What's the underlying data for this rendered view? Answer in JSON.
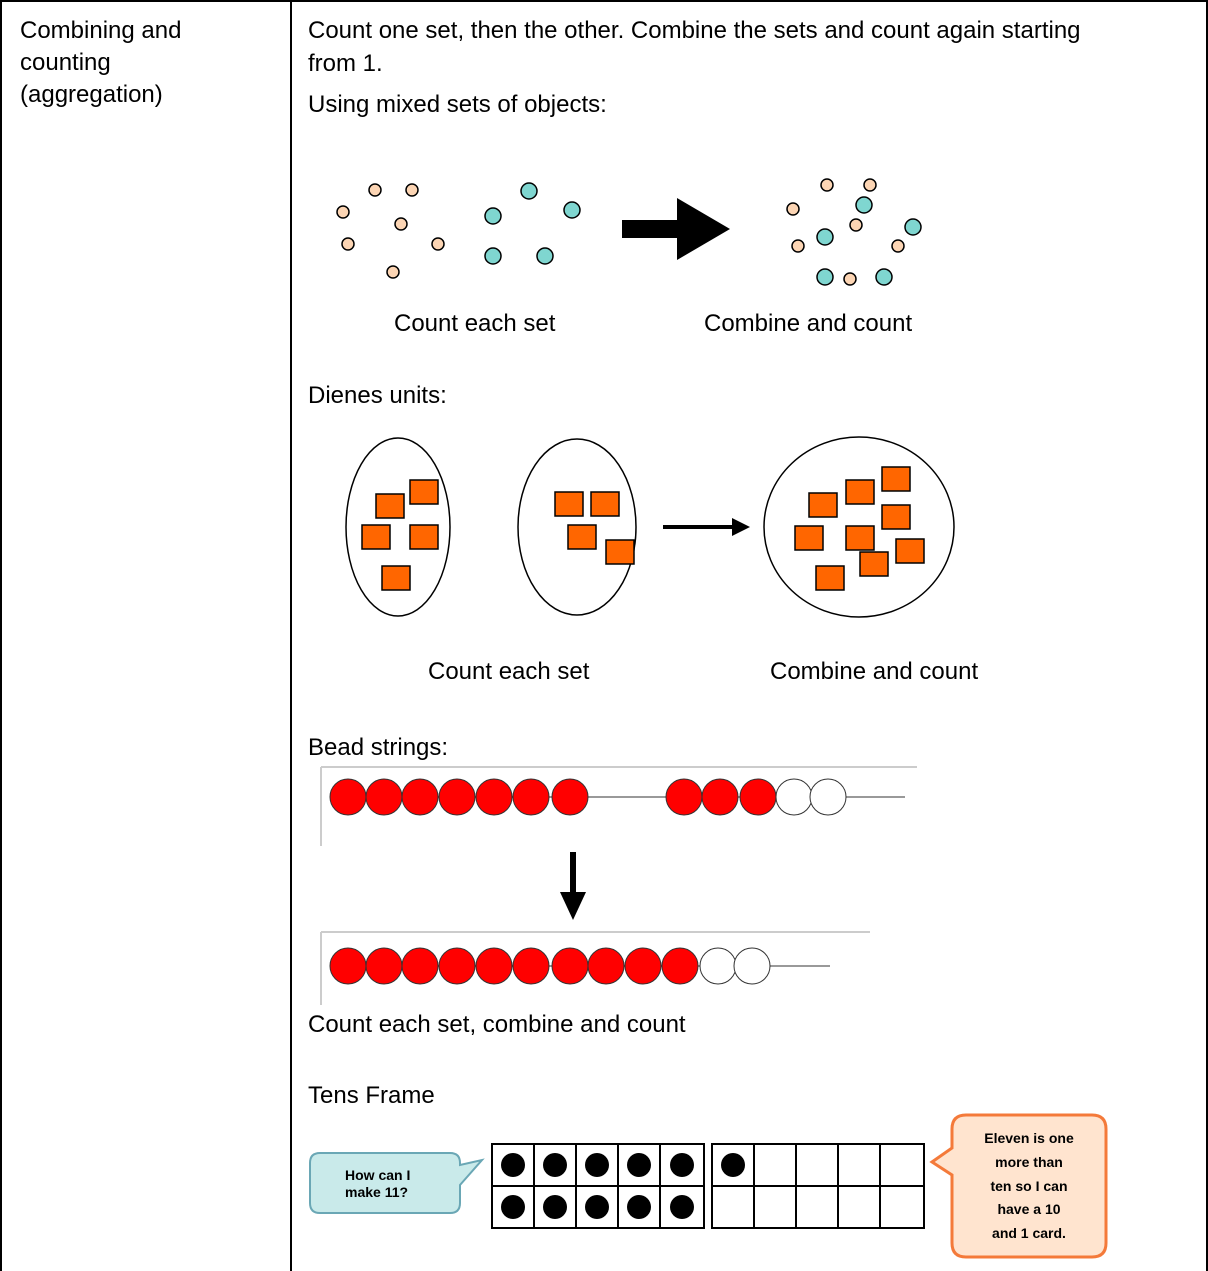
{
  "left_cell": {
    "lines": [
      "Combining and",
      "counting",
      "(aggregation)"
    ]
  },
  "intro": {
    "line1": "Count one set, then the other. Combine the sets and count again starting",
    "line2": "from 1.",
    "line3": "Using mixed sets of objects:"
  },
  "mixed_sets": {
    "caption_left": "Count each set",
    "caption_right": "Combine and count",
    "colors": {
      "peach": "#fcd5b4",
      "teal": "#7fd6d0"
    }
  },
  "dienes": {
    "heading": "Dienes units:",
    "caption_left": "Count each set",
    "caption_right": "Combine and count",
    "colors": {
      "cube": "#ff6600"
    }
  },
  "beads": {
    "heading": "Bead strings:",
    "caption": "Count each set, combine and count",
    "colors": {
      "bead": "#ff0000"
    }
  },
  "tens_frame": {
    "heading": "Tens Frame",
    "question_bubble": [
      "How can I",
      "make 11?"
    ],
    "answer_bubble": [
      "Eleven is one",
      "more than",
      "ten so I can",
      "have a 10",
      "and 1 card."
    ],
    "colors": {
      "question_fill": "#c9eaea",
      "answer_fill": "#ffe4cf",
      "answer_border": "#f47a3a"
    }
  }
}
